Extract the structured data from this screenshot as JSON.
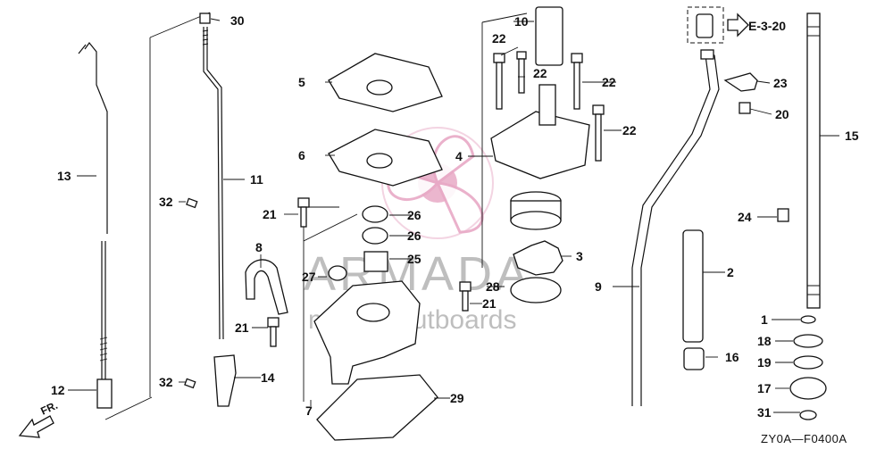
{
  "diagram": {
    "code": "ZY0A—F0400A",
    "reference": "E-3-20",
    "direction": "FR.",
    "watermark": {
      "brand": "ARMADA",
      "subtitle": "marine outboards",
      "color": "#e8a9c6"
    },
    "callouts": {
      "c1": "1",
      "c2": "2",
      "c3": "3",
      "c4": "4",
      "c5": "5",
      "c6": "6",
      "c7": "7",
      "c8": "8",
      "c9": "9",
      "c10": "10",
      "c11": "11",
      "c12": "12",
      "c13": "13",
      "c14": "14",
      "c15": "15",
      "c16": "16",
      "c17": "17",
      "c18": "18",
      "c19": "19",
      "c20": "20",
      "c21a": "21",
      "c21b": "21",
      "c21c": "21",
      "c22a": "22",
      "c22b": "22",
      "c22c": "22",
      "c22d": "22",
      "c23": "23",
      "c24": "24",
      "c25": "25",
      "c26a": "26",
      "c26b": "26",
      "c27": "27",
      "c28": "28",
      "c29": "29",
      "c30": "30",
      "c31": "31",
      "c32a": "32",
      "c32b": "32"
    }
  }
}
